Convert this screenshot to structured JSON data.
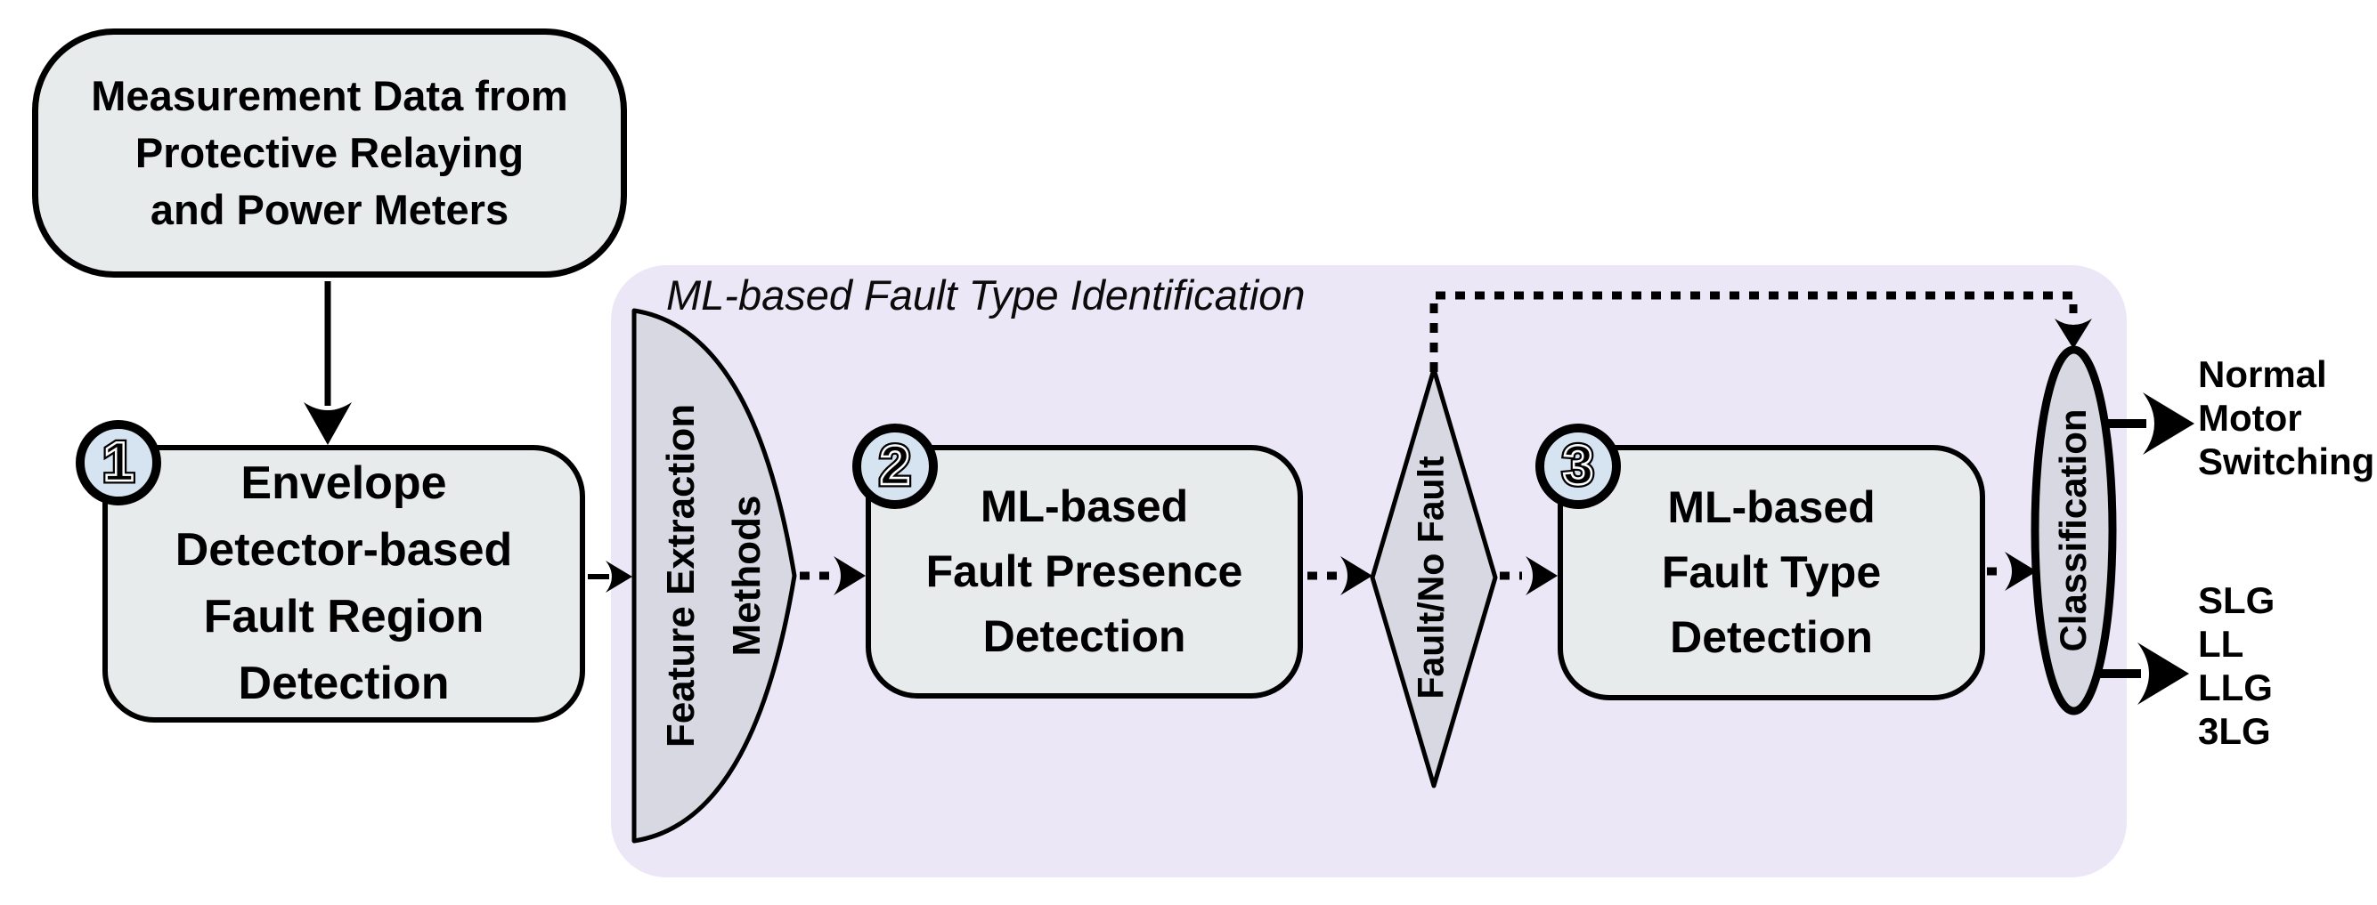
{
  "title": "ML-based Fault Type Identification",
  "nodes": {
    "measurement": {
      "lines": [
        "Measurement Data from",
        "Protective Relaying",
        "and Power Meters"
      ]
    },
    "step1": {
      "badge": "1",
      "lines": [
        "Envelope",
        "Detector-based",
        "Fault Region",
        "Detection"
      ]
    },
    "feature_extraction": {
      "lines": [
        "Feature Extraction",
        "Methods"
      ]
    },
    "step2": {
      "badge": "2",
      "lines": [
        "ML-based",
        "Fault Presence",
        "Detection"
      ]
    },
    "decision": {
      "label": "Fault/No Fault"
    },
    "step3": {
      "badge": "3",
      "lines": [
        "ML-based",
        "Fault Type",
        "Detection"
      ]
    },
    "classifier": {
      "label": "Classification"
    }
  },
  "outputs": {
    "normal": {
      "lines": [
        "Normal",
        "Motor",
        "Switching"
      ]
    },
    "fault_types": {
      "lines": [
        "SLG",
        "LL",
        "LLG",
        "3LG"
      ]
    }
  },
  "colors": {
    "container_fill": "#ebe7f6",
    "process_fill": "#e8ebeb",
    "shape_fill": "#d7d8e2",
    "badge_fill": "#d6e4f2",
    "stroke": "#000000"
  }
}
